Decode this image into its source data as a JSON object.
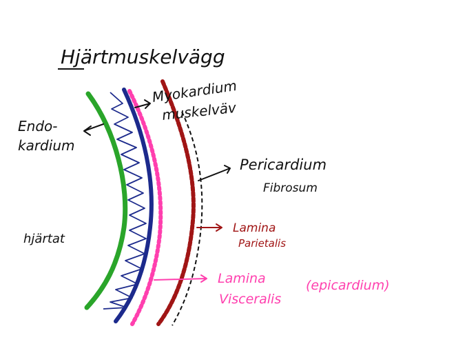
{
  "title": "Hjärtmuskelvägg",
  "labels": {
    "endokardium_line1": "Endo-",
    "endokardium_line2": "kardium",
    "myokardium": "Myokardium",
    "muskelvav": "muskelväv",
    "pericardium": "Pericardium",
    "fibrosum": "Fibrosum",
    "lamina_parietalis_1": "Lamina",
    "lamina_parietalis_2": "Parietalis",
    "lamina_visceralis_1": "Lamina",
    "lamina_visceralis_2": "Visceralis",
    "epicardium": "(epicardium)",
    "hjartat": "hjärtat"
  },
  "colors": {
    "ink": "#111111",
    "endocardium": "#2aa52a",
    "myocardium": "#1c2a8c",
    "visceral": "#ff3fae",
    "parietal": "#a01515",
    "fibrous": "#111111"
  }
}
